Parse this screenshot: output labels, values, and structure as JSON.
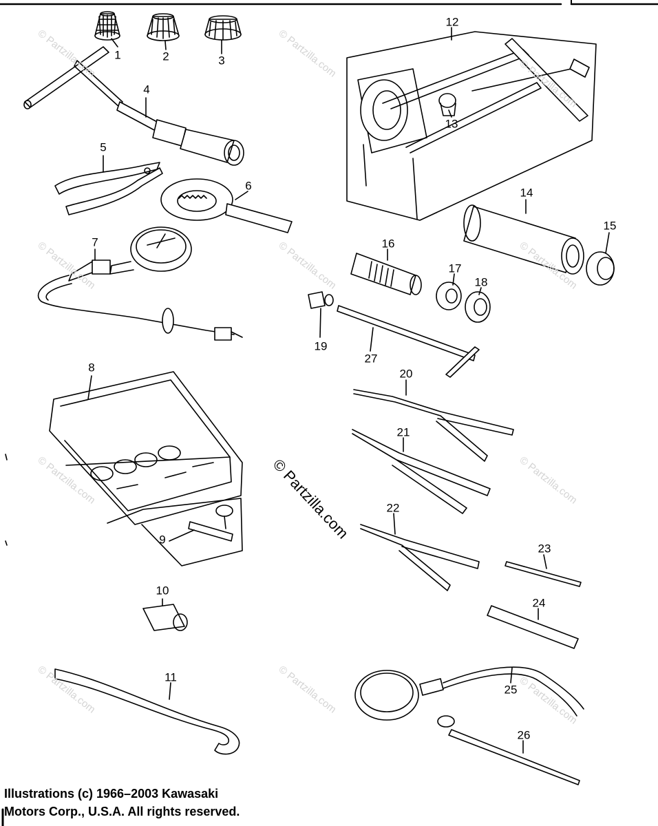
{
  "callouts": {
    "c1": "1",
    "c2": "2",
    "c3": "3",
    "c4": "4",
    "c5": "5",
    "c6": "6",
    "c7": "7",
    "c8": "8",
    "c9": "9",
    "c10": "10",
    "c11": "11",
    "c12": "12",
    "c13": "13",
    "c14": "14",
    "c15": "15",
    "c16": "16",
    "c17": "17",
    "c18": "18",
    "c19": "19",
    "c20": "20",
    "c21": "21",
    "c22": "22",
    "c23": "23",
    "c24": "24",
    "c25": "25",
    "c26": "26",
    "c27": "27"
  },
  "watermark": {
    "small": "© Partzilla.com",
    "main": "© Partzilla.com"
  },
  "copyright": {
    "line1": "Illustrations (c) 1966–2003 Kawasaki",
    "line2": "Motors Corp., U.S.A.  All rights reserved."
  },
  "colors": {
    "ink": "#000000",
    "watermark": "#d4d4d4",
    "background": "#ffffff"
  }
}
